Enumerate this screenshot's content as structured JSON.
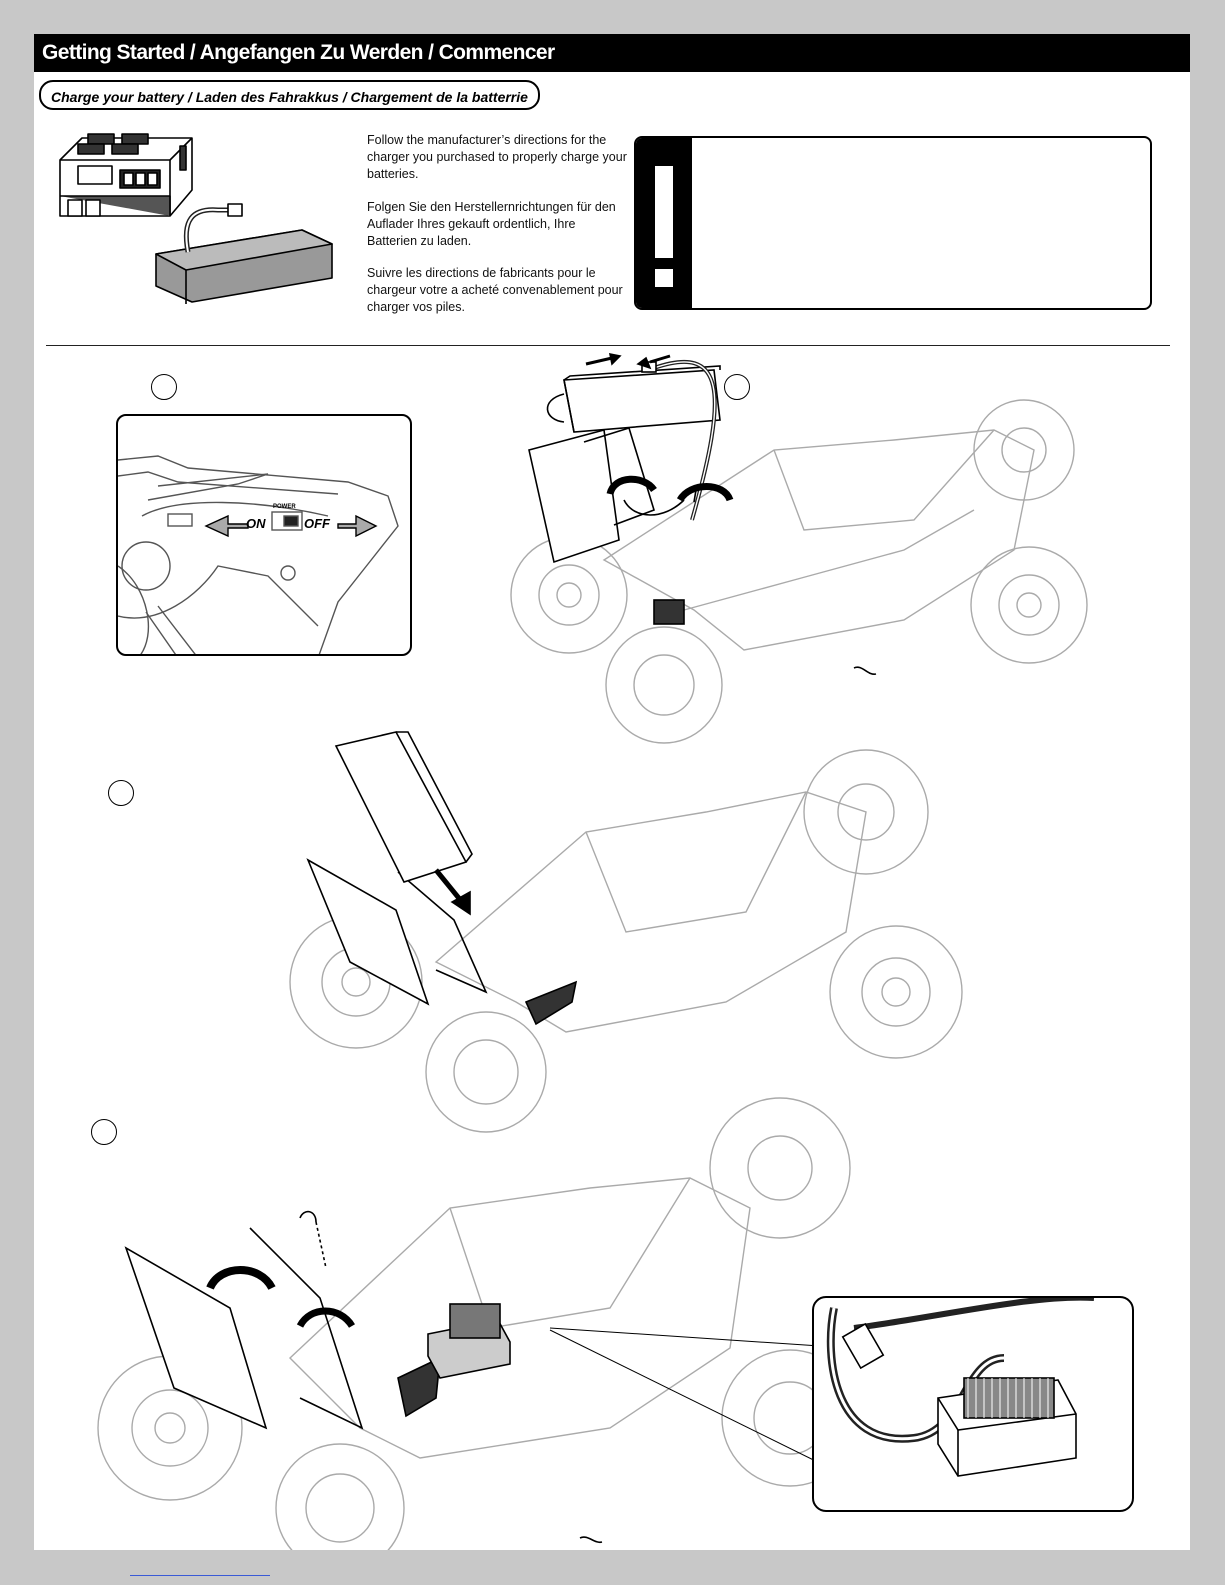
{
  "header": {
    "title": "Getting Started  /  Angefangen Zu Werden  /  Commencer"
  },
  "section": {
    "label": "Charge your battery / Laden des Fahrakkus / Chargement de la batterrie"
  },
  "instructions": {
    "english": "Follow the manufacturer’s directions for the charger you purchased to properly charge your batteries.",
    "german": "Folgen Sie den Herstellernrichtungen für den Auflader Ihres gekauft ordentlich, Ihre Batterien zu laden.",
    "french": "Suivre les directions de fabricants pour le chargeur votre a acheté convenablement pour charger vos piles."
  },
  "transmitter": {
    "on_label": "ON",
    "off_label": "OFF",
    "power_label": "POWER"
  },
  "colors": {
    "header_bg": "#000000",
    "page_bg": "#ffffff",
    "margin_bg": "#c8c8c8",
    "line_art": "#a8a8a8"
  },
  "icons": [
    "warning-icon",
    "arrow-left-icon",
    "arrow-right-icon",
    "curved-arrow-icon",
    "down-arrow-icon",
    "body-clip-icon"
  ]
}
